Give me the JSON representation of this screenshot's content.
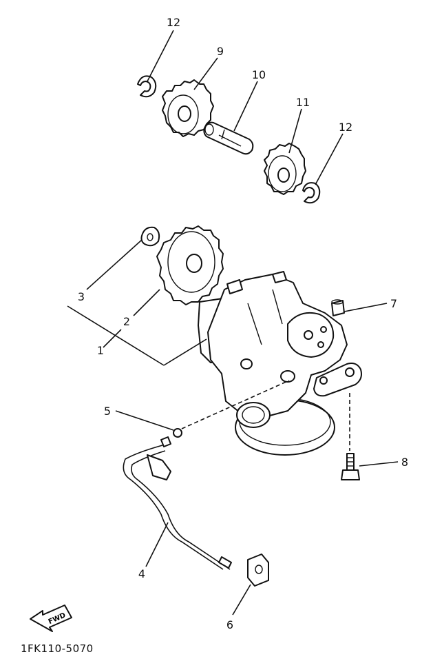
{
  "callouts": {
    "c1": "1",
    "c2": "2",
    "c3": "3",
    "c4": "4",
    "c5": "5",
    "c6": "6",
    "c7": "7",
    "c8": "8",
    "c9": "9",
    "c10": "10",
    "c11": "11",
    "c12a": "12",
    "c12b": "12"
  },
  "fwd_label": "FWD",
  "diagram_code": "1FK110-5070"
}
